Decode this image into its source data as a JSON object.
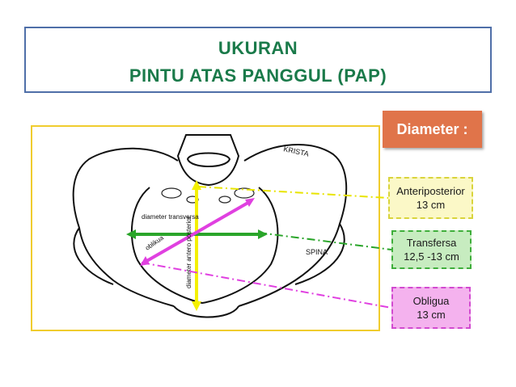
{
  "title": {
    "line1": "UKURAN",
    "line2": "PINTU  ATAS PANGGUL (PAP)"
  },
  "diameter_header": "Diameter :",
  "callouts": [
    {
      "name": "Anteriposterior",
      "value": "13 cm",
      "color": "#f4f000"
    },
    {
      "name": "Transfersa",
      "value": "12,5 -13 cm",
      "color": "#2aa52a"
    },
    {
      "name": "Obligua",
      "value": "13 cm",
      "color": "#e040e0"
    }
  ],
  "figure_labels": {
    "krista": "KRISTA",
    "spina": "SPINA",
    "diameter_transversa": "diameter transversa",
    "oblikua": "oblikua",
    "diameter_anteroposterior": "diameter antero posterior"
  },
  "colors": {
    "title": "#1a7a4a",
    "title_border": "#4f6fa8",
    "header_bg": "#e0744a",
    "frame_border": "#f0cc2e"
  }
}
